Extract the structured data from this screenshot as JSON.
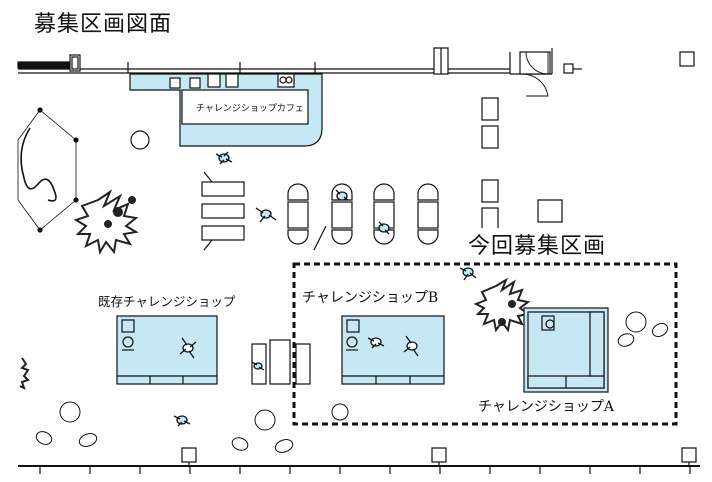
{
  "title": "募集区画図面",
  "labels": {
    "cafe": "チャレンジショップカフェ",
    "current_area": "今回募集区画",
    "existing_shop": "既存チャレンジショップ",
    "shop_b": "チャレンジショップB",
    "shop_a": "チャレンジショップA"
  },
  "colors": {
    "booth_fill": "#c6e8f4",
    "line": "#111111",
    "tree": "#222222"
  }
}
